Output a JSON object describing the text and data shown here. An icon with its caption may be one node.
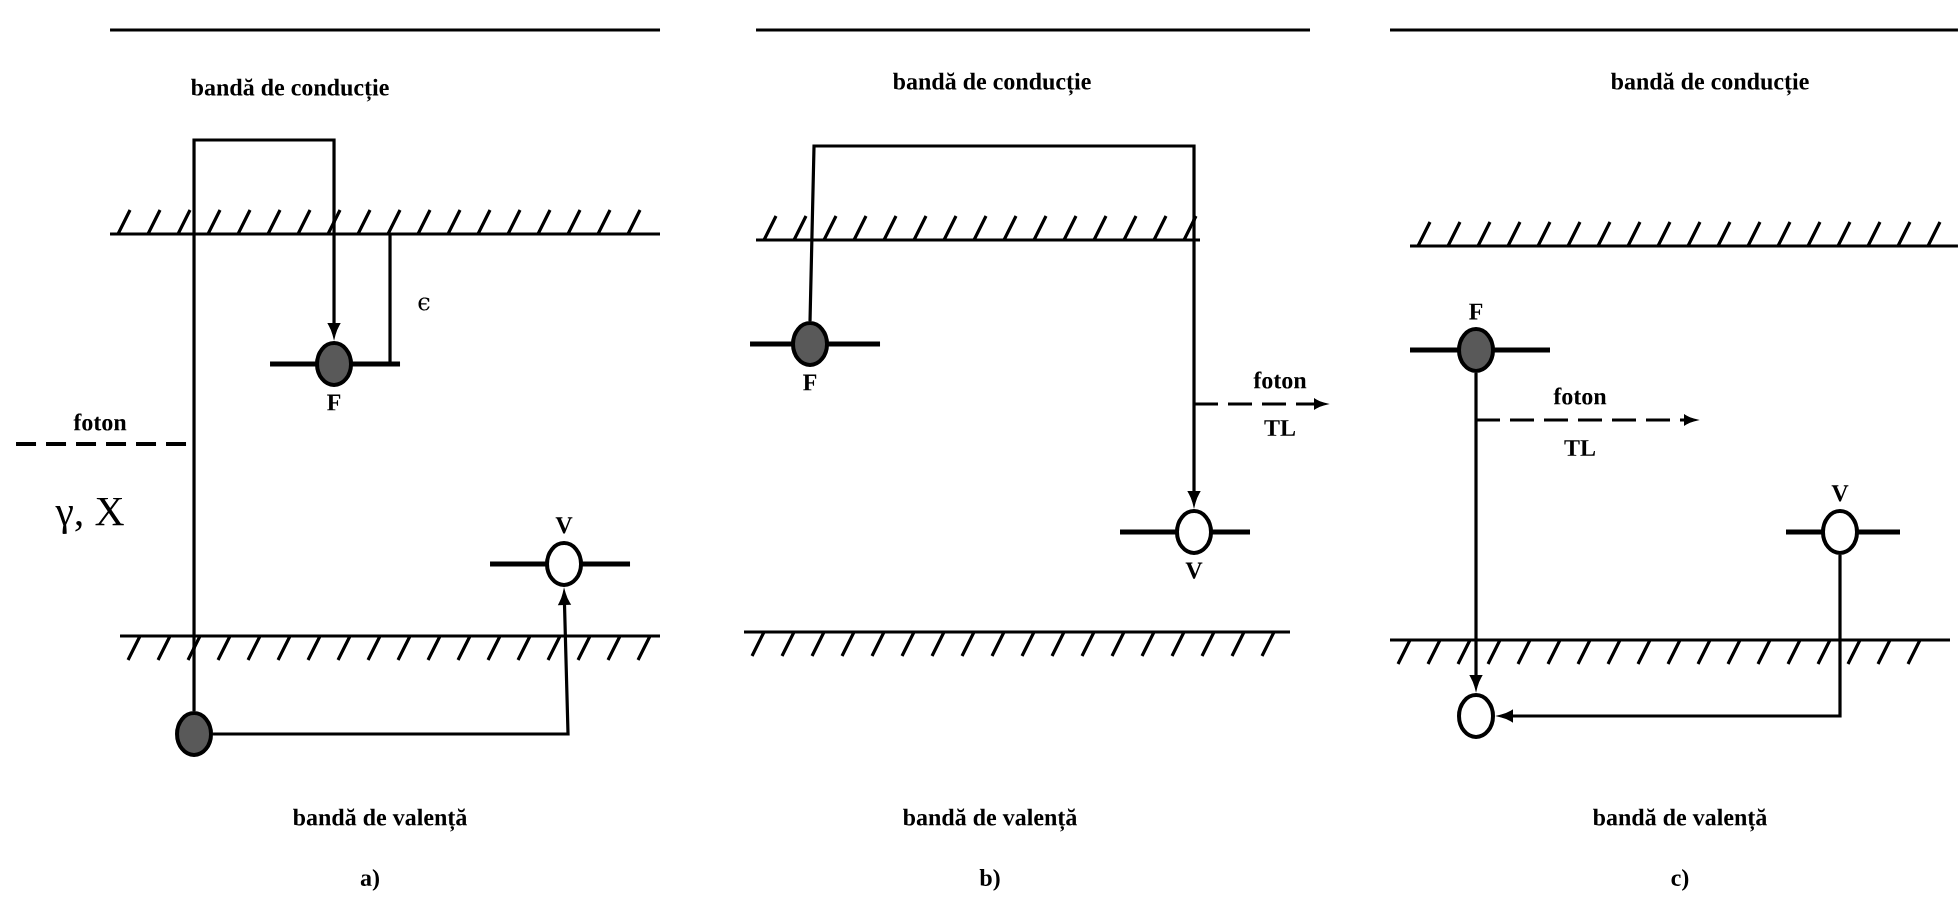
{
  "diagram": {
    "nodes": [
      {
        "text": [
          "F"
        ]
      },
      {
        "text": [
          "V"
        ]
      },
      {
        "text": [],
        "shape": "circle"
      },
      {
        "text": [
          "F"
        ]
      },
      {
        "text": [
          "V"
        ]
      },
      {
        "text": [
          "F"
        ]
      },
      {
        "text": [
          "V"
        ]
      },
      {
        "text": [],
        "shape": "circle"
      }
    ],
    "edges": [
      {
        "from": 2,
        "to": 0,
        "arrow": "to"
      },
      {
        "from": 2,
        "to": 1,
        "arrow": "to"
      },
      {
        "from": 3,
        "to": 4,
        "arrow": "to"
      },
      {
        "from": 5,
        "to": 7,
        "arrow": "to"
      },
      {
        "from": 6,
        "to": 7,
        "arrow": "to"
      }
    ],
    "labels": [
      "bandă de conducție",
      "foton",
      "γ, X",
      "ϵ",
      "bandă de valență",
      "a)",
      "bandă de conducție",
      "foton",
      "TL",
      "bandă de valență",
      "b)",
      "bandă de conducție",
      "foton",
      "TL",
      "bandă de valență",
      "c)"
    ]
  }
}
